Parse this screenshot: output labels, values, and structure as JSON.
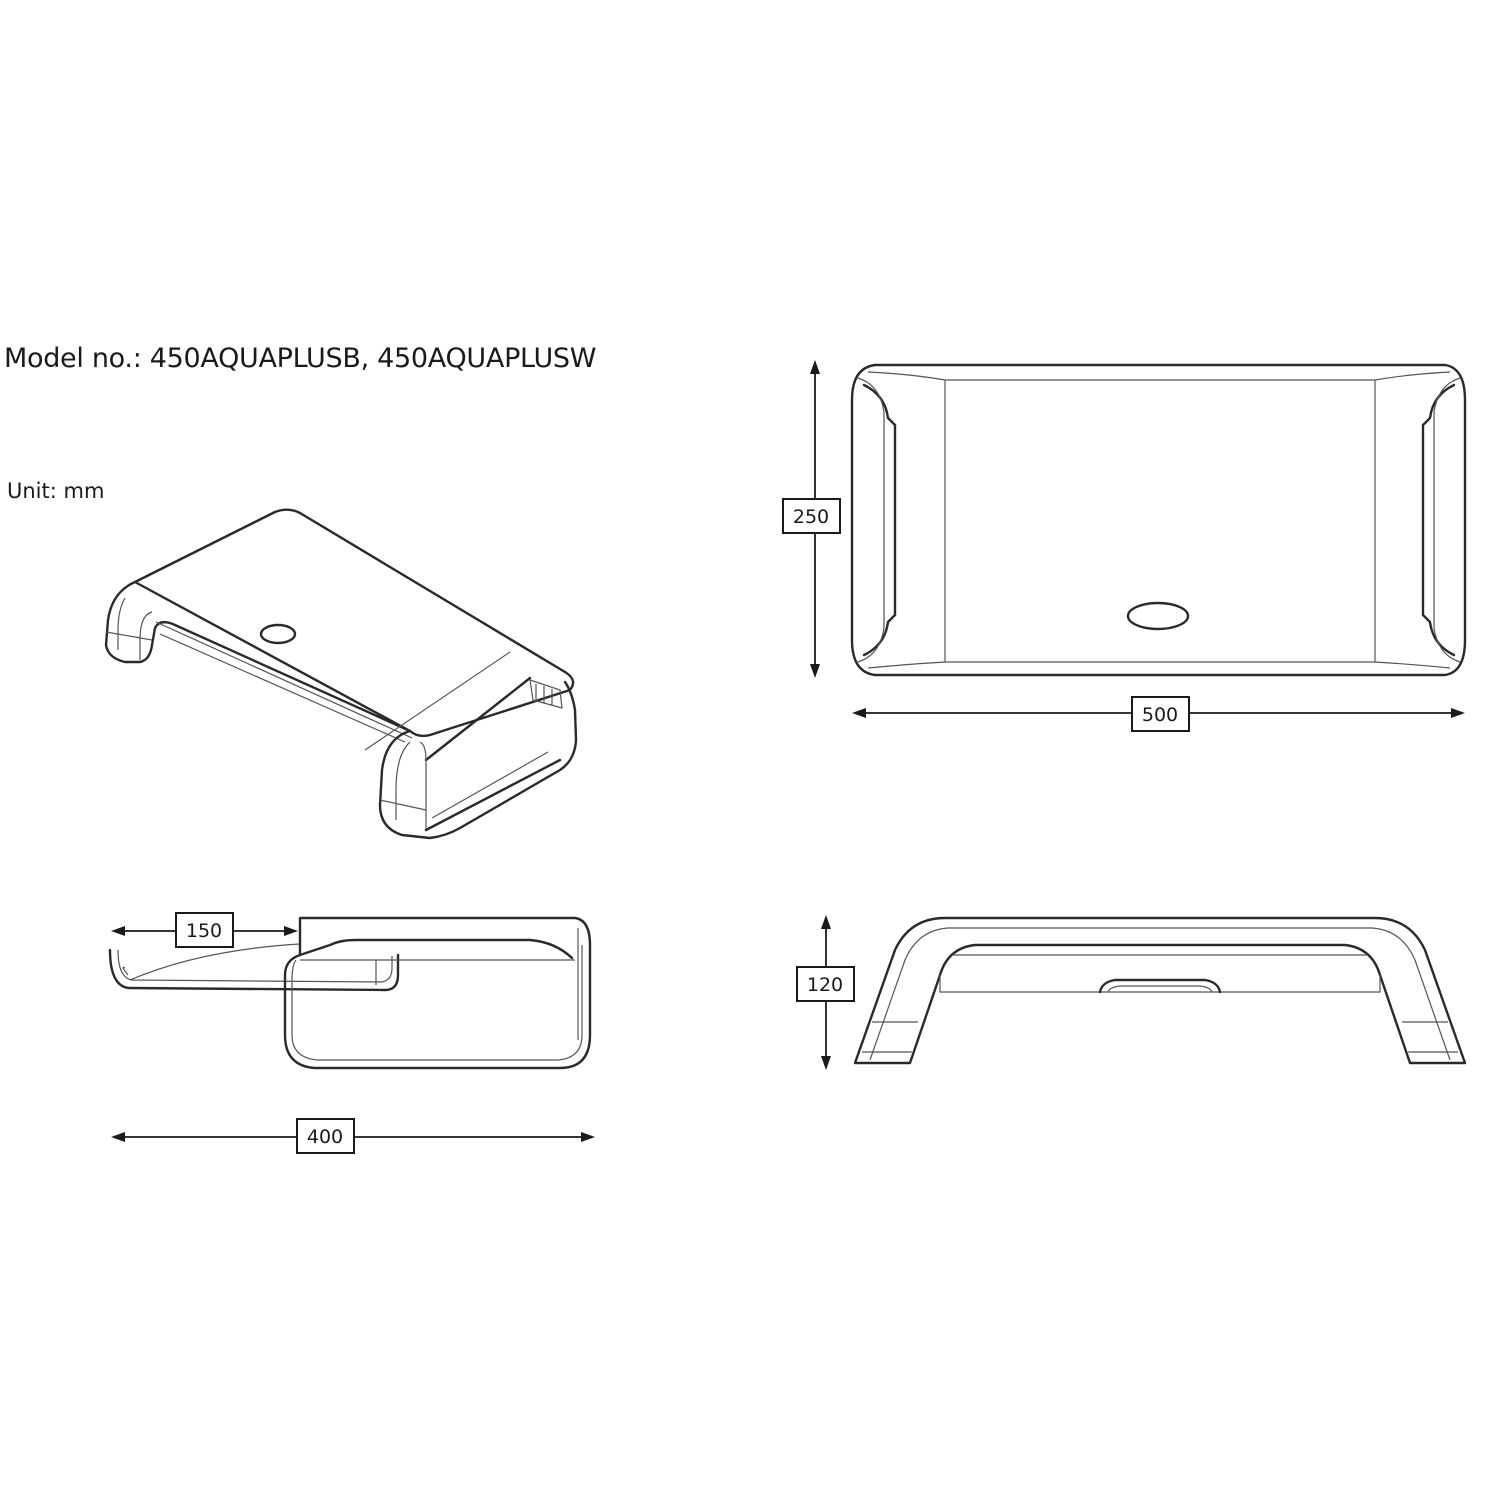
{
  "header": {
    "model_title": "Model no.: 450AQUAPLUSB, 450AQUAPLUSW",
    "unit_label": "Unit: mm"
  },
  "dimensions": {
    "width": "500",
    "depth": "250",
    "height": "120",
    "side_depth": "400",
    "overhang": "150"
  },
  "colors": {
    "line": "#2a2a2a",
    "background": "#ffffff"
  }
}
